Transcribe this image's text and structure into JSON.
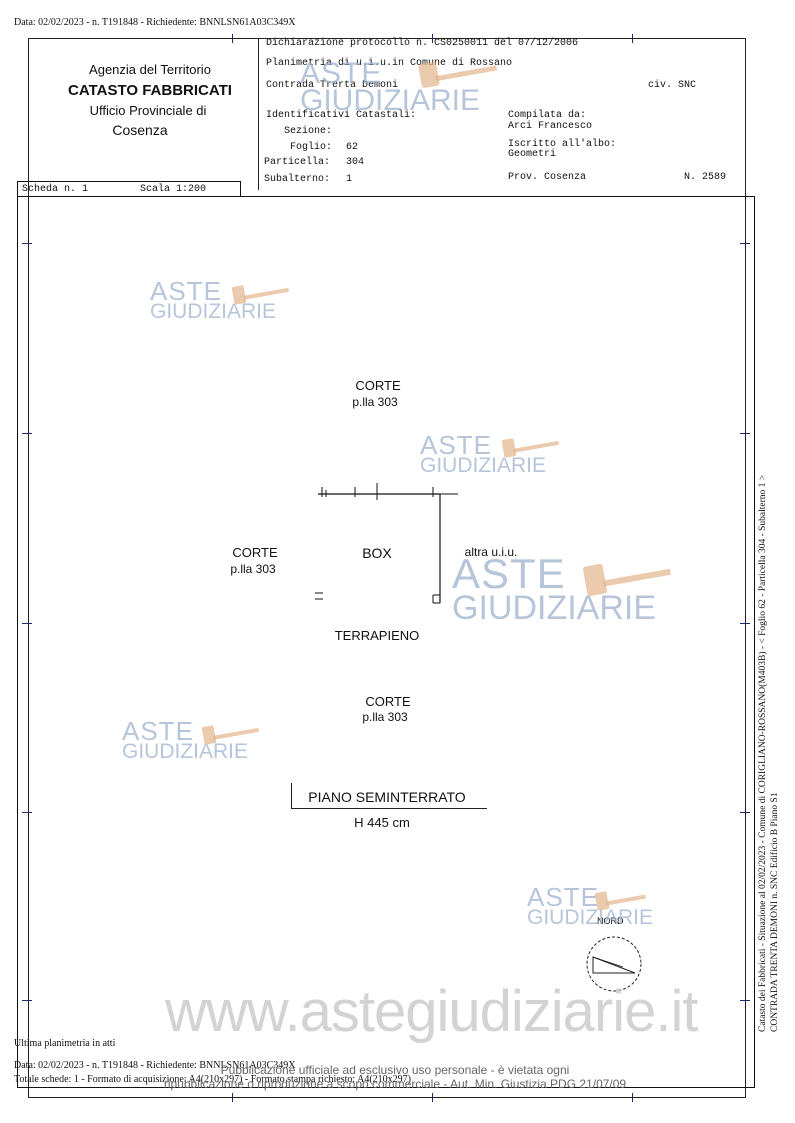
{
  "top_info": "Data: 02/02/2023 - n. T191848 - Richiedente: BNNLSN61A03C349X",
  "agency": {
    "line1": "Agenzia del Territorio",
    "line2": "CATASTO FABBRICATI",
    "line3": "Ufficio Provinciale di",
    "line4": "Cosenza"
  },
  "header": {
    "declaration": "Dichiarazione protocollo n. CS0250011 del 07/12/2006",
    "planimetry": "Planimetria di u.i.u.in Comune di Rossano",
    "address": "Contrada Trerta Demoni",
    "civ": "civ. SNC",
    "identificativi": "Identificativi Catastali:",
    "sezione_label": "Sezione:",
    "foglio_label": "Foglio:",
    "foglio_value": "62",
    "particella_label": "Particella:",
    "particella_value": "304",
    "subalterno_label": "Subalterno:",
    "subalterno_value": "1",
    "compilata_label": "Compilata da:",
    "compilata_value": "Arci Francesco",
    "iscritto_label": "Iscritto all'albo:",
    "iscritto_value": "Geometri",
    "prov": "Prov. Cosenza",
    "numero": "N. 2589"
  },
  "scheda": "Scheda n. 1",
  "scala": "Scala 1:200",
  "plan": {
    "corte_top": "CORTE",
    "corte_top_sub": "p.lla 303",
    "corte_left": "CORTE",
    "corte_left_sub": "p.lla 303",
    "box": "BOX",
    "altra": "altra u.i.u.",
    "terrapieno": "TERRAPIENO",
    "corte_bottom": "CORTE",
    "corte_bottom_sub": "p.lla 303",
    "piano": "PIANO SEMINTERRATO",
    "altezza": "H 445 cm",
    "nord": "NORD"
  },
  "side_text_line1": "Catasto dei Fabbricati - Situazione al 02/02/2023 - Comune di CORIGLIANO-ROSSANO(M403B) - < Foglio 62 - Particella 304 - Subalterno 1 >",
  "side_text_line2": "CONTRADA TRENTA DEMONI n. SNC Edificio B Piano S1",
  "footer": {
    "ultima": "Ultima planimetria in atti",
    "data": "Data: 02/02/2023 - n. T191848 - Richiedente: BNNLSN61A03C349X",
    "totale": "Totale schede: 1 - Formato di acquisizione: A4(210x297) - Formato stampa richiesto: A4(210x297)",
    "pub1": "Pubblicazione ufficiale ad esclusivo uso personale - è vietata ogni",
    "pub2": "ripubblicazione o riproduzione a scopo commerciale - Aut. Min. Giustizia PDG 21/07/09"
  },
  "watermark": {
    "word1": "ASTE",
    "word2": "GIUDIZIARIE",
    "site": "www.astegiudiziarie.it"
  },
  "colors": {
    "watermark_blue": "#9fb2cf",
    "gavel_orange": "#e3b48a",
    "tick_blue": "#1a2a6a"
  }
}
